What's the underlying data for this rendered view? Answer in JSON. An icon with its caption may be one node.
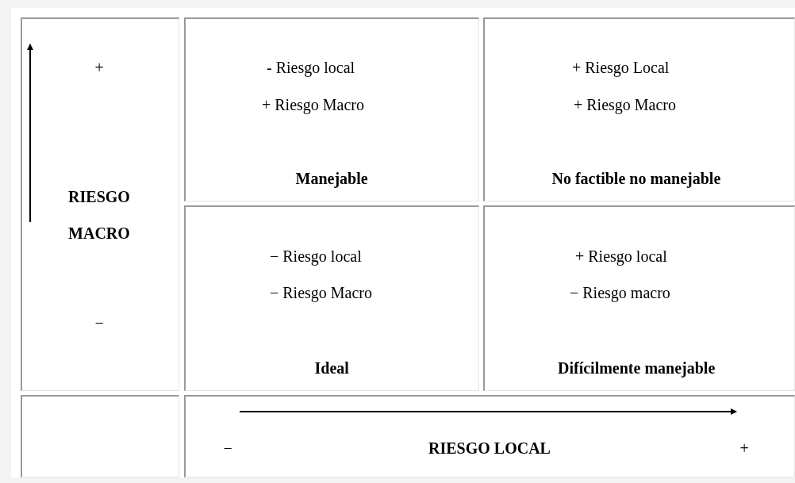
{
  "diagram": {
    "labels": [
      "+",
      "- Riesgo local",
      "+ Riesgo Macro",
      "+ Riesgo Local",
      "+ Riesgo Macro",
      "RIESGO MACRO",
      "Manejable",
      "No factible no manejable",
      "− Riesgo local",
      "− Riesgo Macro",
      "+ Riesgo local",
      "− Riesgo macro",
      "−",
      "Ideal",
      "Difícilmente manejable",
      "−",
      "RIESGO LOCAL",
      "+"
    ]
  }
}
